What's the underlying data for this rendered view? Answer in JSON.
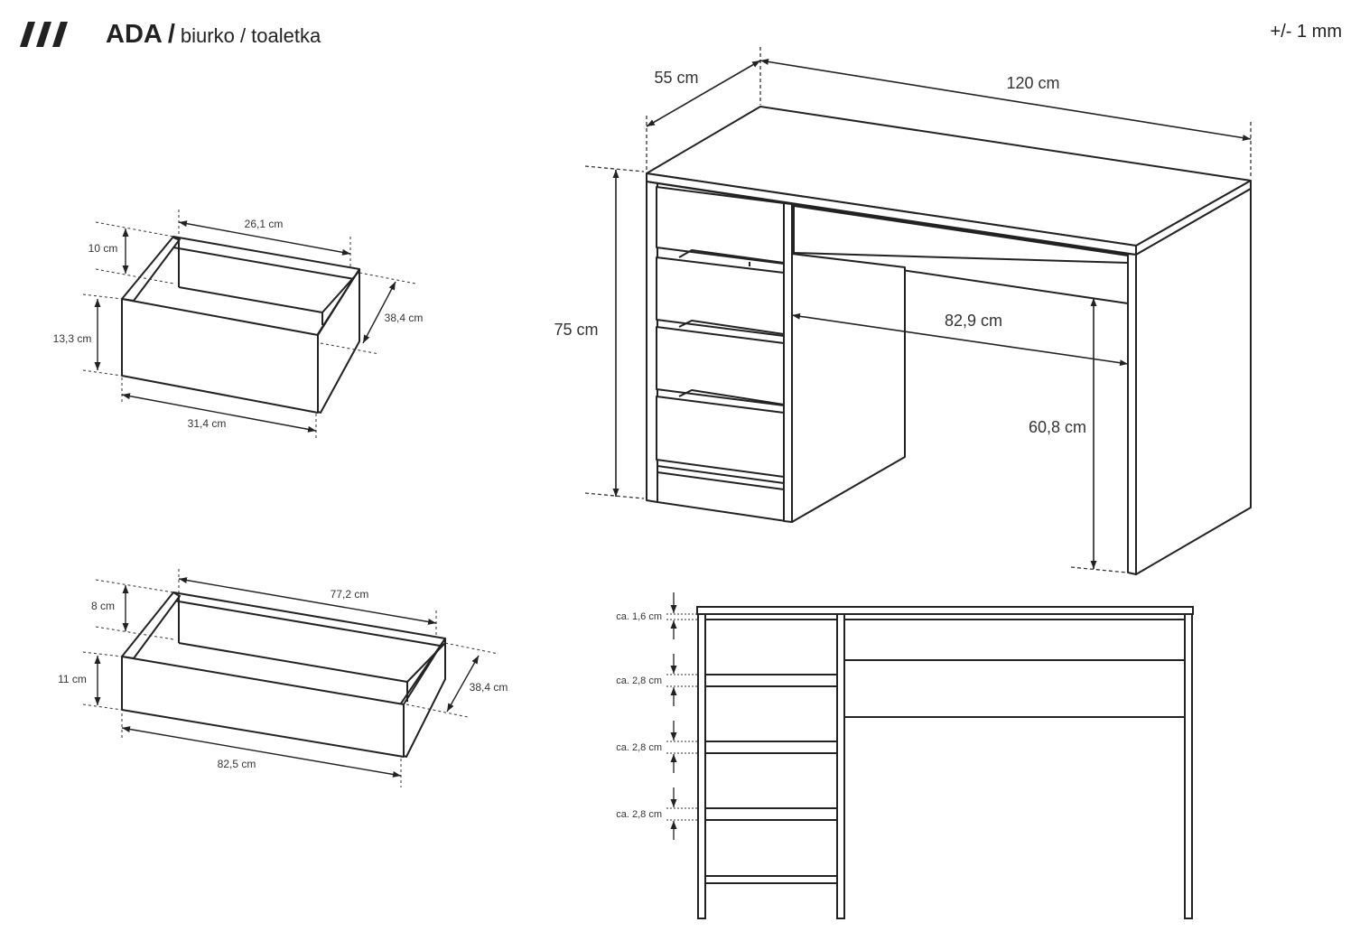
{
  "header": {
    "title": "ADA",
    "separator": "/",
    "subtitle": "biurko / toaletka",
    "tolerance": "+/- 1 mm"
  },
  "desk_dimensions": {
    "width": "120 cm",
    "depth": "55 cm",
    "height": "75 cm",
    "knee_space_width": "82,9 cm",
    "knee_space_height": "60,8 cm"
  },
  "small_drawer": {
    "inner_width": "26,1 cm",
    "inner_height": "10 cm",
    "front_height": "13,3 cm",
    "depth": "38,4 cm",
    "front_width": "31,4 cm"
  },
  "wide_drawer": {
    "inner_width": "77,2 cm",
    "inner_height": "8 cm",
    "front_height": "11 cm",
    "depth": "38,4 cm",
    "front_width": "82,5 cm"
  },
  "front_gaps": [
    "ca. 1,6 cm",
    "ca. 2,8 cm",
    "ca. 2,8 cm",
    "ca. 2,8 cm"
  ],
  "colors": {
    "line": "#222222",
    "dimension": "#333333",
    "background": "#ffffff"
  }
}
